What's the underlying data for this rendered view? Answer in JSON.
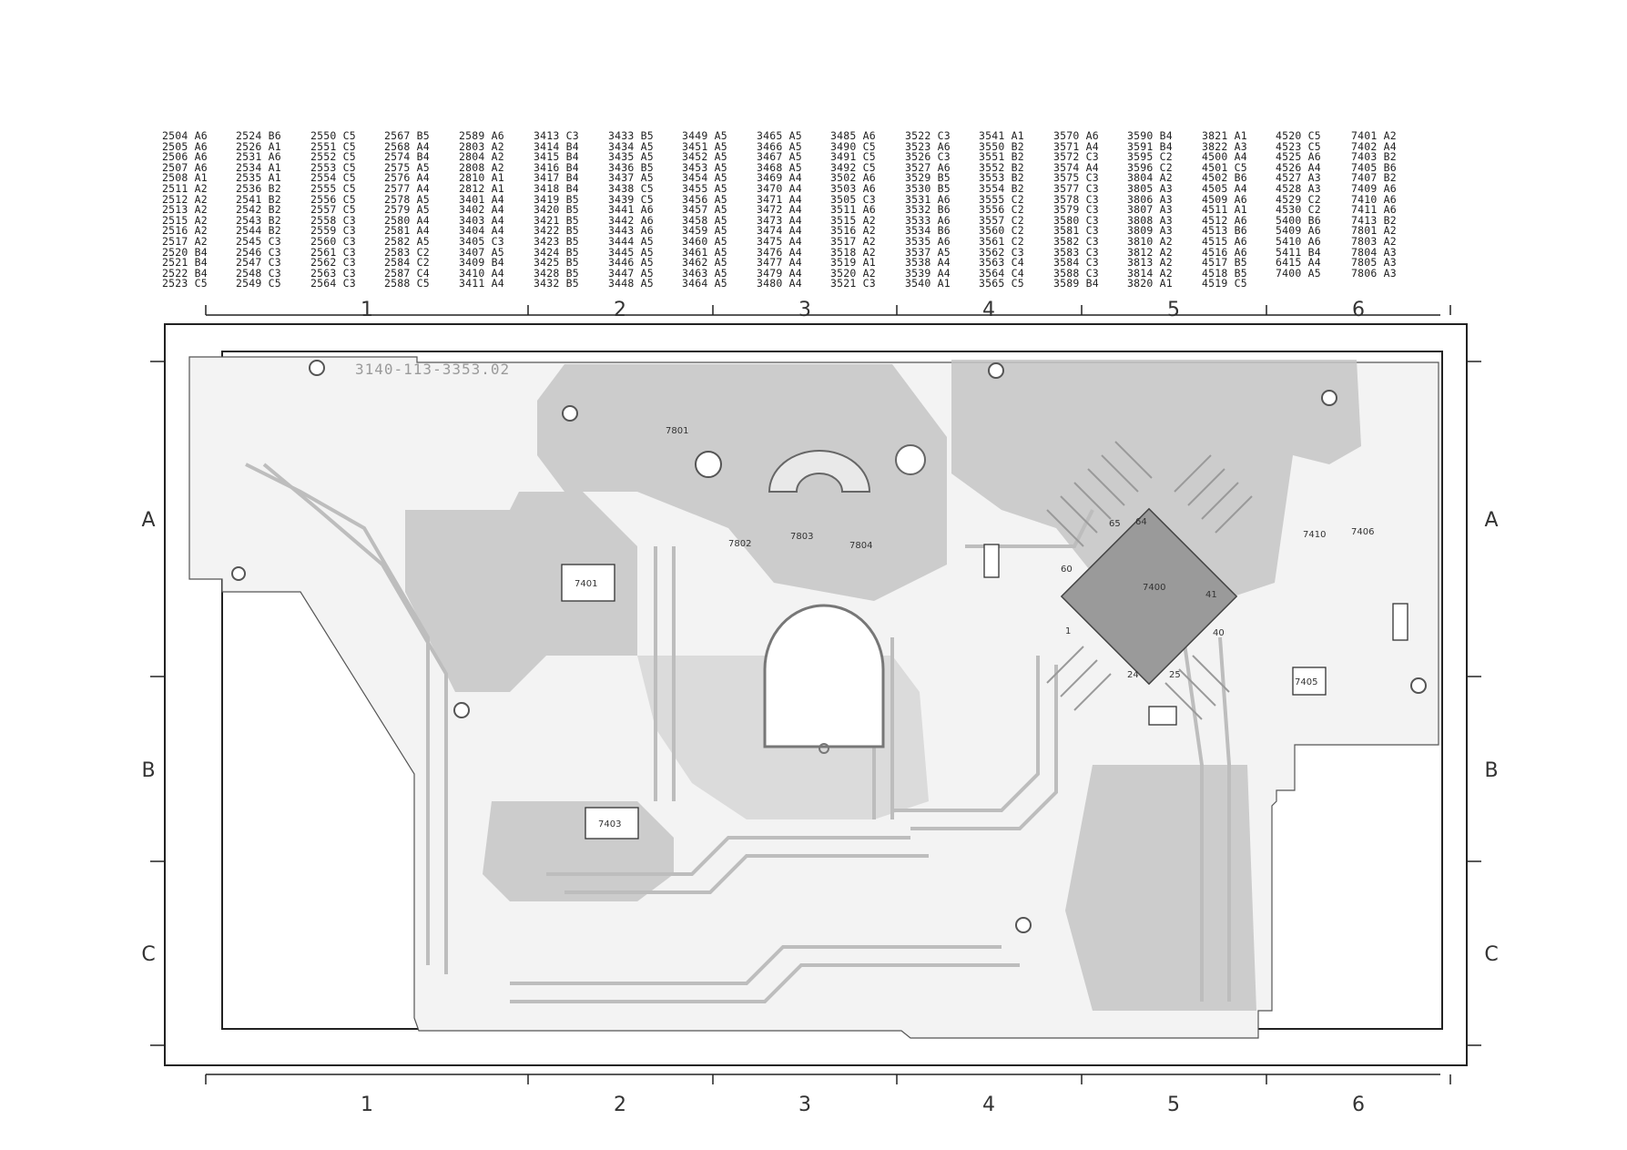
{
  "component_index": [
    [
      "2504 A6",
      "2505 A6",
      "2506 A6",
      "2507 A6",
      "2508 A1",
      "2511 A2",
      "2512 A2",
      "2513 A2",
      "2515 A2",
      "2516 A2",
      "2517 A2",
      "2520 B4",
      "2521 B4",
      "2522 B4",
      "2523 C5"
    ],
    [
      "2524 B6",
      "2526 A1",
      "2531 A6",
      "2534 A1",
      "2535 A1",
      "2536 B2",
      "2541 B2",
      "2542 B2",
      "2543 B2",
      "2544 B2",
      "2545 C3",
      "2546 C3",
      "2547 C3",
      "2548 C3",
      "2549 C5"
    ],
    [
      "2550 C5",
      "2551 C5",
      "2552 C5",
      "2553 C5",
      "2554 C5",
      "2555 C5",
      "2556 C5",
      "2557 C5",
      "2558 C3",
      "2559 C3",
      "2560 C3",
      "2561 C3",
      "2562 C3",
      "2563 C3",
      "2564 C3"
    ],
    [
      "2567 B5",
      "2568 A4",
      "2574 B4",
      "2575 A5",
      "2576 A4",
      "2577 A4",
      "2578 A5",
      "2579 A5",
      "2580 A4",
      "2581 A4",
      "2582 A5",
      "2583 C2",
      "2584 C2",
      "2587 C4",
      "2588 C5"
    ],
    [
      "2589 A6",
      "2803 A2",
      "2804 A2",
      "2808 A2",
      "2810 A1",
      "2812 A1",
      "3401 A4",
      "3402 A4",
      "3403 A4",
      "3404 A4",
      "3405 C3",
      "3407 A5",
      "3409 B4",
      "3410 A4",
      "3411 A4"
    ],
    [
      "3413 C3",
      "3414 B4",
      "3415 B4",
      "3416 B4",
      "3417 B4",
      "3418 B4",
      "3419 B5",
      "3420 B5",
      "3421 B5",
      "3422 B5",
      "3423 B5",
      "3424 B5",
      "3425 B5",
      "3428 B5",
      "3432 B5"
    ],
    [
      "3433 B5",
      "3434 A5",
      "3435 A5",
      "3436 B5",
      "3437 A5",
      "3438 C5",
      "3439 C5",
      "3441 A6",
      "3442 A6",
      "3443 A6",
      "3444 A5",
      "3445 A5",
      "3446 A5",
      "3447 A5",
      "3448 A5"
    ],
    [
      "3449 A5",
      "3451 A5",
      "3452 A5",
      "3453 A5",
      "3454 A5",
      "3455 A5",
      "3456 A5",
      "3457 A5",
      "3458 A5",
      "3459 A5",
      "3460 A5",
      "3461 A5",
      "3462 A5",
      "3463 A5",
      "3464 A5"
    ],
    [
      "3465 A5",
      "3466 A5",
      "3467 A5",
      "3468 A5",
      "3469 A4",
      "3470 A4",
      "3471 A4",
      "3472 A4",
      "3473 A4",
      "3474 A4",
      "3475 A4",
      "3476 A4",
      "3477 A4",
      "3479 A4",
      "3480 A4"
    ],
    [
      "3485 A6",
      "3490 C5",
      "3491 C5",
      "3492 C5",
      "3502 A6",
      "3503 A6",
      "3505 C3",
      "3511 A6",
      "3515 A2",
      "3516 A2",
      "3517 A2",
      "3518 A2",
      "3519 A1",
      "3520 A2",
      "3521 C3"
    ],
    [
      "3522 C3",
      "3523 A6",
      "3526 C3",
      "3527 A6",
      "3529 B5",
      "3530 B5",
      "3531 A6",
      "3532 B6",
      "3533 A6",
      "3534 B6",
      "3535 A6",
      "3537 A5",
      "3538 A4",
      "3539 A4",
      "3540 A1"
    ],
    [
      "3541 A1",
      "3550 B2",
      "3551 B2",
      "3552 B2",
      "3553 B2",
      "3554 B2",
      "3555 C2",
      "3556 C2",
      "3557 C2",
      "3560 C2",
      "3561 C2",
      "3562 C3",
      "3563 C4",
      "3564 C4",
      "3565 C5"
    ],
    [
      "3570 A6",
      "3571 A4",
      "3572 C3",
      "3574 A4",
      "3575 C3",
      "3577 C3",
      "3578 C3",
      "3579 C3",
      "3580 C3",
      "3581 C3",
      "3582 C3",
      "3583 C3",
      "3584 C3",
      "3588 C3",
      "3589 B4"
    ],
    [
      "3590 B4",
      "3591 B4",
      "3595 C2",
      "3596 C2",
      "3804 A2",
      "3805 A3",
      "3806 A3",
      "3807 A3",
      "3808 A3",
      "3809 A3",
      "3810 A2",
      "3812 A2",
      "3813 A2",
      "3814 A2",
      "3820 A1"
    ],
    [
      "3821 A1",
      "3822 A3",
      "4500 A4",
      "4501 C5",
      "4502 B6",
      "4505 A4",
      "4509 A6",
      "4511 A1",
      "4512 A6",
      "4513 B6",
      "4515 A6",
      "4516 A6",
      "4517 B5",
      "4518 B5",
      "4519 C5"
    ],
    [
      "4520 C5",
      "4523 C5",
      "4525 A6",
      "4526 A4",
      "4527 A3",
      "4528 A3",
      "4529 C2",
      "4530 C2",
      "5400 B6",
      "5409 A6",
      "5410 A6",
      "5411 B4",
      "6415 A4",
      "7400 A5"
    ],
    [
      "7401 A2",
      "7402 A4",
      "7403 B2",
      "7405 B6",
      "7407 B2",
      "7409 A6",
      "7410 A6",
      "7411 A6",
      "7413 B2",
      "7801 A2",
      "7803 A2",
      "7804 A3",
      "7805 A3",
      "7806 A3"
    ]
  ],
  "grid": {
    "columns": [
      "1",
      "2",
      "3",
      "4",
      "5",
      "6"
    ],
    "rows": [
      "A",
      "B",
      "C"
    ]
  },
  "board": {
    "id": "3140-113-3353.02",
    "designators": [
      "7400",
      "7401",
      "7403",
      "7405",
      "7406",
      "7410",
      "7801",
      "7802",
      "7803",
      "7804"
    ],
    "ic_pins": [
      "65",
      "64",
      "60",
      "1",
      "40",
      "41",
      "24",
      "25"
    ]
  },
  "colors": {
    "copper": "#c4c4c4",
    "outline": "#222222",
    "text": "#333333"
  }
}
